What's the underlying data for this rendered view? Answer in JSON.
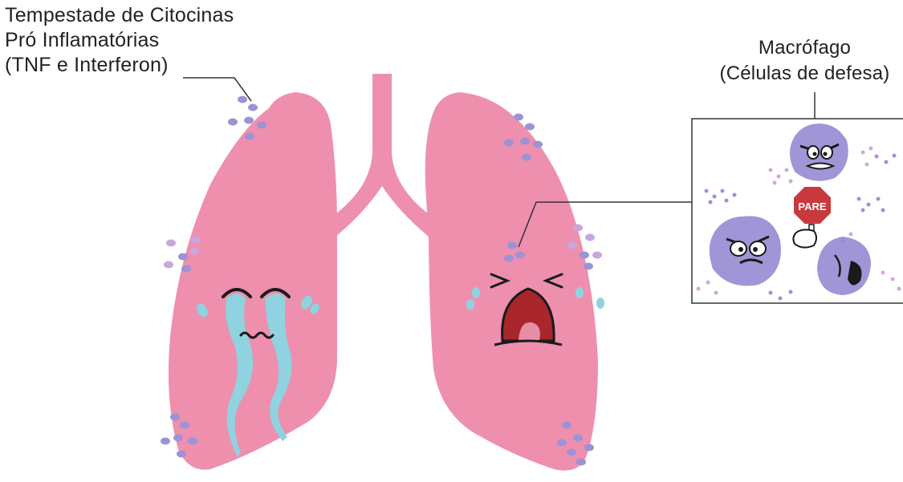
{
  "cytokine_label": {
    "line1": "Tempestade de Citocinas",
    "line2": "Pró Inflamatórias",
    "line3": "(TNF e Interferon)"
  },
  "macrophage_label": {
    "line1": "Macrófago",
    "line2": "(Células de defesa)"
  },
  "stop_sign": {
    "text": "PARE"
  },
  "colors": {
    "lung": "#ee8fae",
    "lung_shadow": "#e07d9f",
    "tears": "#8ed3df",
    "cytokine": "#9b93d6",
    "cytokine_light": "#c9a7dc",
    "macrophage": "#8f82d0",
    "stop_sign": "#c8393e",
    "mouth": "#a8262c"
  }
}
